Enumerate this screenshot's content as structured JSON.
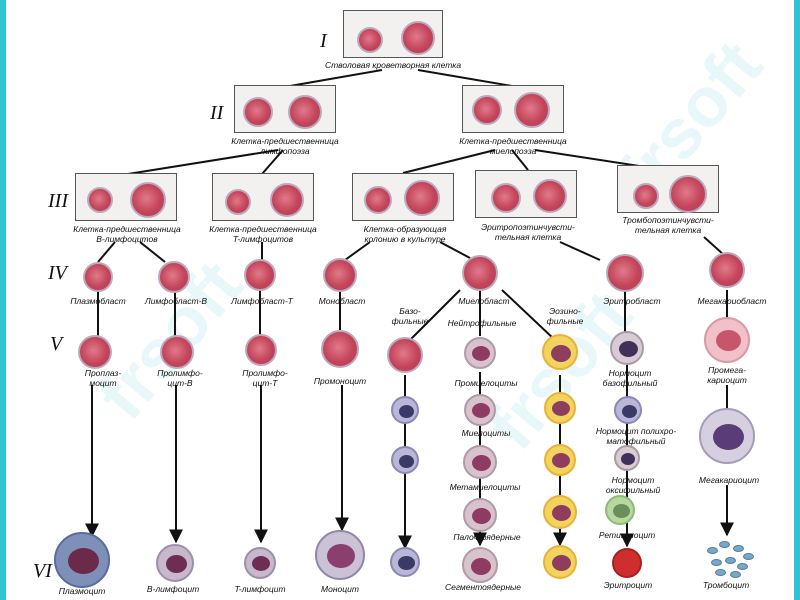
{
  "levels": {
    "l1": "I",
    "l2": "II",
    "l3": "III",
    "l4": "IV",
    "l5": "V",
    "l6": "VI"
  },
  "stem": "Стволовая кроветворная клетка",
  "prog_lymph": "Клетка-предшественница\nлимфопоэза",
  "prog_myelo": "Клетка-предшественница\nмиелопоэза",
  "prog_b": "Клетка-предшественница\nB-лимфоцитов",
  "prog_t": "Клетка-предшественница\nT-лимфоцитов",
  "cfu": "Клетка-образующая\nколонию в культуре",
  "erythro_sens": "Эритропоэтинчувсти-\nтельная клетка",
  "thrombo_sens": "Тромбопоэтинчувсти-\nтельная клетка",
  "plasmoblast": "Плазмобласт",
  "lymphoblast_b": "Лимфобласт-B",
  "lymphoblast_t": "Лимфобласт-T",
  "monoblast": "Монобласт",
  "basophilic": "Базо-\nфильные",
  "myeloblast": "Миелобласт",
  "neutrophilic": "Нейтрофильные",
  "eosinophilic": "Эозино-\nфильные",
  "erythroblast": "Эритробласт",
  "megakaryoblast": "Мегакариобласт",
  "proplasmocyte": "Проплаз-\nмоцит",
  "prolymph_b": "Пролимфо-\nцит-B",
  "prolymph_t": "Пролимфо-\nцит-T",
  "promonocyte": "Промоноцит",
  "promyelocytes": "Промиелоциты",
  "myelocytes": "Миелоциты",
  "metamyelocytes": "Метамиелоциты",
  "band": "Палочкоядерные",
  "segmented": "Сегментоядерные",
  "normo_baso": "Нормоцит\nбазофильный",
  "normo_poly": "Нормоцит полихро-\nматофильный",
  "normo_oxy": "Нормоцит\nоксифильный",
  "reticulocyte": "Ретикулоцит",
  "erythrocyte": "Эритроцит",
  "promegakaryocyte": "Промега-\nкариоцит",
  "megakaryocyte": "Мегакариоцит",
  "plasmocyte": "Плазмоцит",
  "lymph_b": "B-лимфоцит",
  "lymph_t": "T-лимфоцит",
  "monocyte": "Моноцит",
  "thrombocyte": "Тромбоцит",
  "watermark": "frsoft",
  "colors": {
    "frame": "#2ec4d6",
    "nucleus": "#c4455a",
    "cytoplasm": "#c9b6c6",
    "eosin": "#e8b23a",
    "basophil": "#3b3a66",
    "erythrocyte": "#cf2e2e",
    "platelet": "#7aa7c7"
  }
}
